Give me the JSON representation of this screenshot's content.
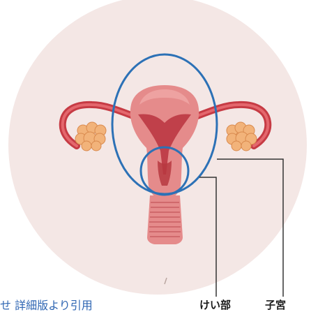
{
  "labels": {
    "cervix": "けい部",
    "uterus": "子宮"
  },
  "caption": "せ 詳細版より引用",
  "colors": {
    "background_circle": "#f4e7e5",
    "uterus_body": "#e58b8b",
    "uterus_inner": "#c0404a",
    "tube": "#c63b44",
    "ovary": "#f2b37a",
    "highlight_ring": "#2c71b6",
    "caption_text": "#2f66b3"
  }
}
